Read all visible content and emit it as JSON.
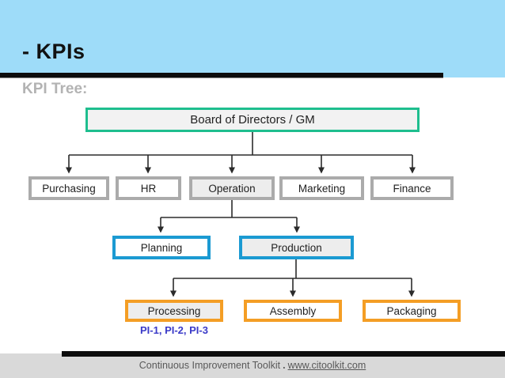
{
  "slide": {
    "title": "- KPIs",
    "section_label": "KPI Tree:"
  },
  "tree": {
    "root": {
      "label": "Board of Directors / GM"
    },
    "departments": [
      {
        "label": "Purchasing"
      },
      {
        "label": "HR"
      },
      {
        "label": "Operation"
      },
      {
        "label": "Marketing"
      },
      {
        "label": "Finance"
      }
    ],
    "operation_children": [
      {
        "label": "Planning"
      },
      {
        "label": "Production"
      }
    ],
    "production_children": [
      {
        "label": "Processing"
      },
      {
        "label": "Assembly"
      },
      {
        "label": "Packaging"
      }
    ],
    "annotation": "PI-1, PI-2, PI-3"
  },
  "footer": {
    "text": "Continuous Improvement Toolkit",
    "separator": ".",
    "link": "www.citoolkit.com"
  },
  "colors": {
    "header_background": "#9EDCF9",
    "header_rule": "#0D0D0D",
    "root_border": "#1EBE8E",
    "department_border": "#ABABAB",
    "level3_border": "#1B9AD2",
    "level4_border": "#F49E25",
    "box_fill_light": "#EDEDED",
    "annotation_text": "#3A3AC8",
    "section_label_text": "#B3B3B3",
    "footer_background": "#D9D9D9",
    "footer_text": "#595959"
  }
}
